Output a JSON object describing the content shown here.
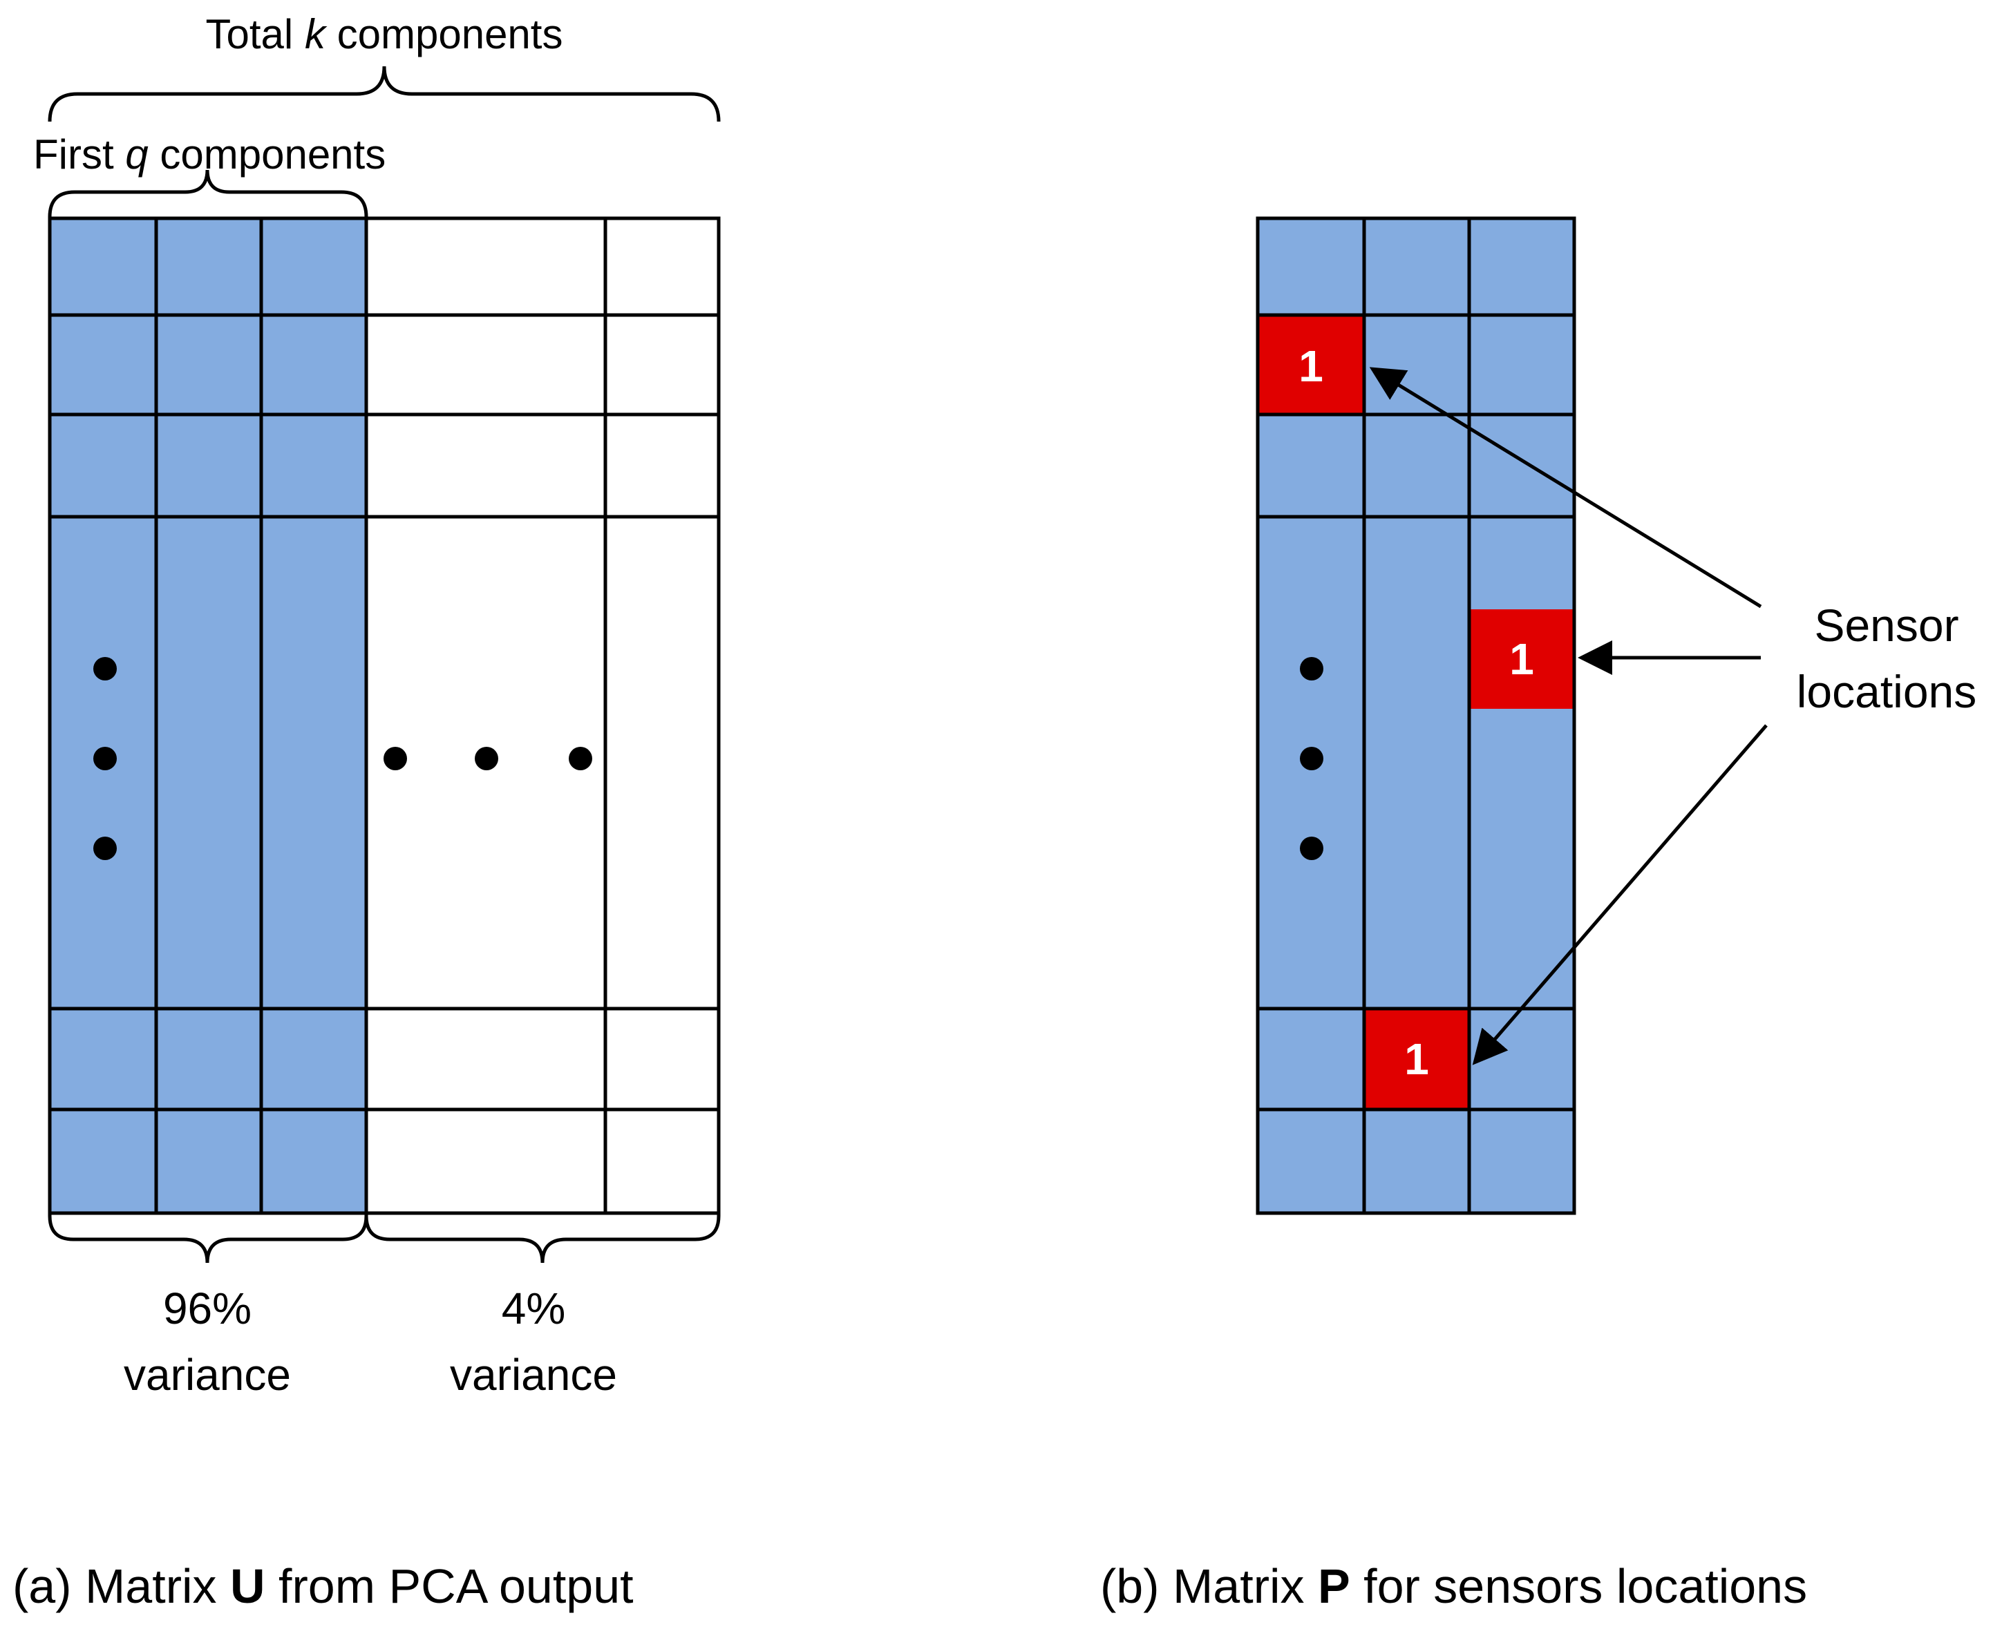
{
  "panel_a": {
    "top_brace": {
      "prefix": "Total ",
      "var": "k",
      "suffix": " components"
    },
    "inner_brace": {
      "prefix": "First ",
      "var": "q",
      "suffix": " components"
    },
    "bottom_left": {
      "line1": "96%",
      "line2": "variance"
    },
    "bottom_right": {
      "line1": "4%",
      "line2": "variance"
    },
    "caption": {
      "prefix": "(a) Matrix ",
      "bold": "U",
      "suffix": " from PCA output"
    },
    "fill_color": "#84ace0"
  },
  "panel_b": {
    "sensor_marker_value": "1",
    "sensor_label": {
      "line1": "Sensor",
      "line2": "locations"
    },
    "caption": {
      "prefix": "(b) Matrix ",
      "bold": "P",
      "suffix": " for sensors locations"
    },
    "fill_color": "#84ace0",
    "sensor_color": "#e00000"
  }
}
